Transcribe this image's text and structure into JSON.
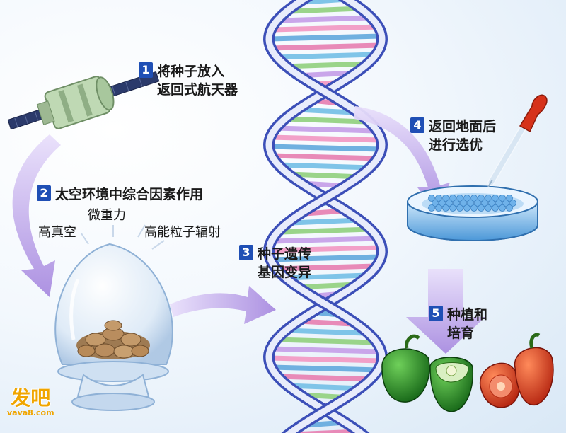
{
  "steps": [
    {
      "num": "1",
      "lines": [
        "将种子放入",
        "返回式航天器"
      ]
    },
    {
      "num": "2",
      "lines": [
        "太空环境中综合因素作用"
      ]
    },
    {
      "num": "3",
      "lines": [
        "种子遗传",
        "基因变异"
      ]
    },
    {
      "num": "4",
      "lines": [
        "返回地面后",
        "进行选优"
      ]
    },
    {
      "num": "5",
      "lines": [
        "种植和",
        "培育"
      ]
    }
  ],
  "factors": {
    "microgravity": "微重力",
    "vacuum": "高真空",
    "radiation": "高能粒子辐射"
  },
  "watermark": {
    "logo_text": "发吧",
    "site": "vava8.com"
  },
  "colors": {
    "step_badge": "#1f4fb5",
    "arrow": "#b79be8",
    "helix_backbone": "#5a6fd1",
    "pepper_green": "#1f8a1f",
    "pepper_red": "#d6321a",
    "watermark": "#f0a500"
  }
}
